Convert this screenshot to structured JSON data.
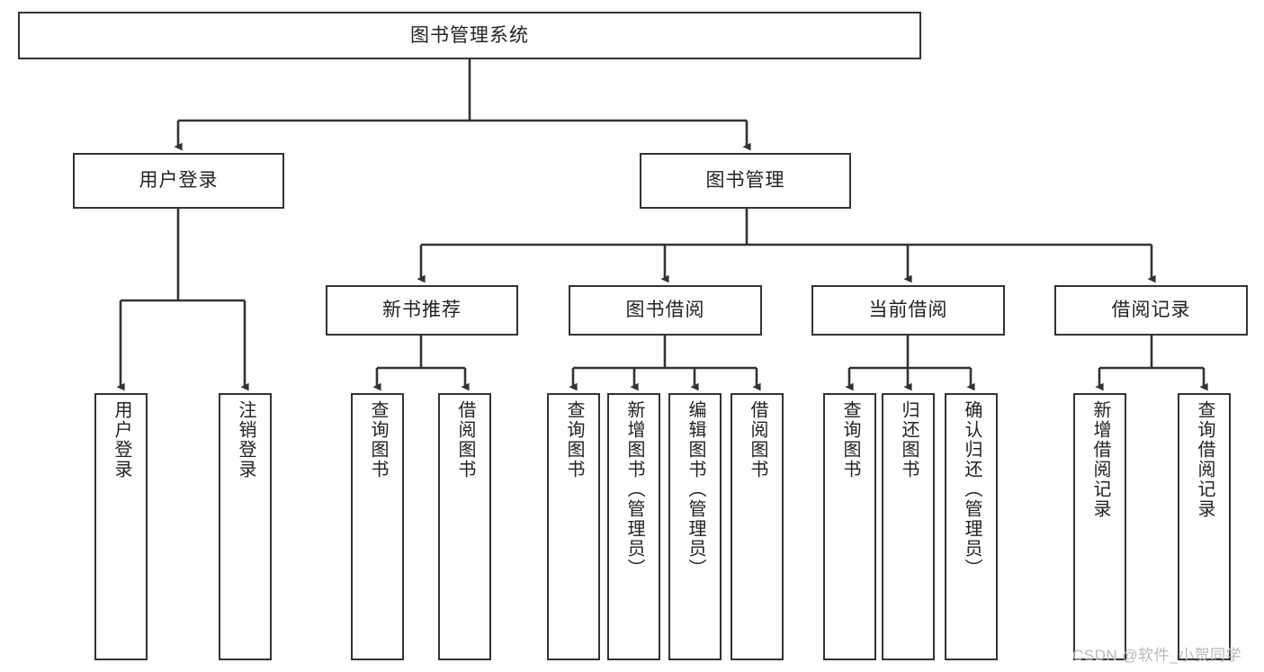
{
  "diagram": {
    "title": "图书管理系统",
    "type": "hierarchy-tree",
    "watermark": "CSDN @软件_小贺同学",
    "colors": {
      "box_border": "#333333",
      "box_fill": "#ffffff",
      "edge": "#333333",
      "text": "#222222",
      "watermark": "#b9b9b9"
    },
    "levels": {
      "root": {
        "label": "图书管理系统"
      },
      "level2": [
        {
          "label": "用户登录"
        },
        {
          "label": "图书管理"
        }
      ],
      "level3": [
        {
          "label": "新书推荐"
        },
        {
          "label": "图书借阅"
        },
        {
          "label": "当前借阅"
        },
        {
          "label": "借阅记录"
        }
      ],
      "leaves": [
        {
          "label": "用户登录"
        },
        {
          "label": "注销登录"
        },
        {
          "label": "查询图书"
        },
        {
          "label": "借阅图书"
        },
        {
          "label": "查询图书"
        },
        {
          "label": "新增图书（管理员）"
        },
        {
          "label": "编辑图书（管理员）"
        },
        {
          "label": "借阅图书"
        },
        {
          "label": "查询图书"
        },
        {
          "label": "归还图书"
        },
        {
          "label": "确认归还（管理员）"
        },
        {
          "label": "新增借阅记录"
        },
        {
          "label": "查询借阅记录"
        }
      ]
    },
    "edges": [
      {
        "from": "图书管理系统",
        "to": "用户登录"
      },
      {
        "from": "图书管理系统",
        "to": "图书管理"
      },
      {
        "from": "用户登录",
        "to": "用户登录"
      },
      {
        "from": "用户登录",
        "to": "注销登录"
      },
      {
        "from": "图书管理",
        "to": "新书推荐"
      },
      {
        "from": "图书管理",
        "to": "图书借阅"
      },
      {
        "from": "图书管理",
        "to": "当前借阅"
      },
      {
        "from": "图书管理",
        "to": "借阅记录"
      },
      {
        "from": "新书推荐",
        "to": "查询图书"
      },
      {
        "from": "新书推荐",
        "to": "借阅图书"
      },
      {
        "from": "图书借阅",
        "to": "查询图书"
      },
      {
        "from": "图书借阅",
        "to": "新增图书（管理员）"
      },
      {
        "from": "图书借阅",
        "to": "编辑图书（管理员）"
      },
      {
        "from": "图书借阅",
        "to": "借阅图书"
      },
      {
        "from": "当前借阅",
        "to": "查询图书"
      },
      {
        "from": "当前借阅",
        "to": "归还图书"
      },
      {
        "from": "当前借阅",
        "to": "确认归还（管理员）"
      },
      {
        "from": "借阅记录",
        "to": "新增借阅记录"
      },
      {
        "from": "借阅记录",
        "to": "查询借阅记录"
      }
    ]
  }
}
